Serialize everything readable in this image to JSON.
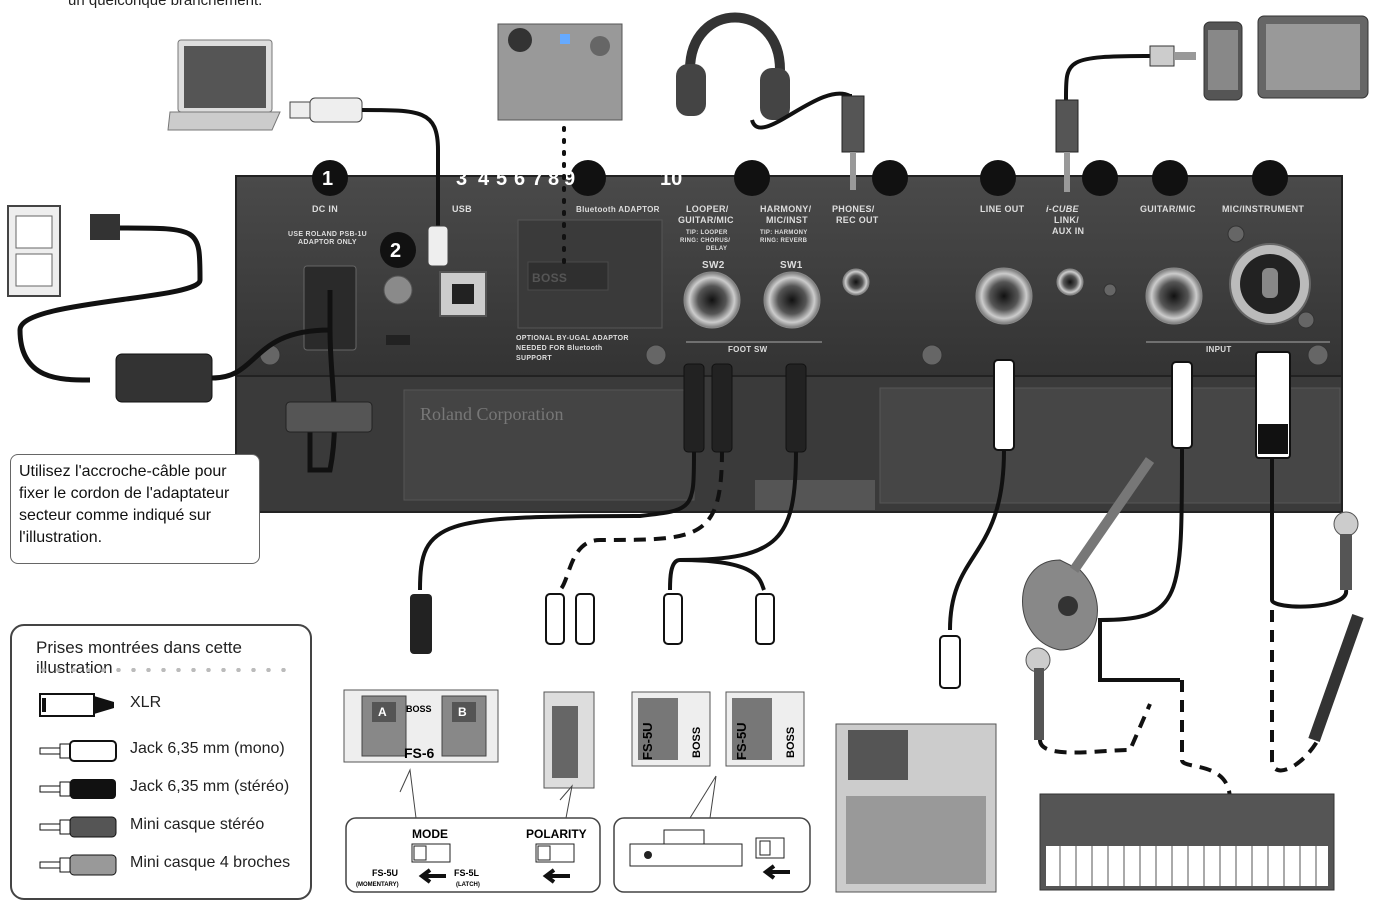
{
  "intro_text": "un quelconque branchement.",
  "callout": {
    "lines": [
      "Utilisez l'accroche-câble pour",
      "fixer le cordon de l'adaptateur",
      "secteur comme indiqué sur",
      "l'illustration."
    ]
  },
  "legend": {
    "title": "Prises montrées dans cette illustration",
    "items": [
      {
        "label": "XLR",
        "icon": "xlr-plug-icon"
      },
      {
        "label": "Jack 6,35 mm (mono)",
        "icon": "mono-jack-icon"
      },
      {
        "label": "Jack 6,35 mm (stéréo)",
        "icon": "stereo-jack-icon"
      },
      {
        "label": "Mini casque stéréo",
        "icon": "mini-stereo-jack-icon"
      },
      {
        "label": "Mini casque 4 broches",
        "icon": "mini-4pin-jack-icon"
      }
    ]
  },
  "numbers": {
    "n1": "1",
    "n2": "2",
    "n3": "3",
    "n4": "4",
    "n5": "5",
    "n6": "6",
    "n7": "7",
    "n8": "8",
    "n9": "9",
    "n10": "10"
  },
  "panel_labels": {
    "dc_in": "DC IN",
    "dc_in_note": "USE ROLAND PSB-1U",
    "dc_in_note2": "ADAPTOR ONLY",
    "usb": "USB",
    "bt": "Bluetooth ADAPTOR",
    "bt_note1": "OPTIONAL BY-UGAL ADAPTOR",
    "bt_note2": "NEEDED FOR Bluetooth",
    "bt_note3": "SUPPORT",
    "looper": "LOOPER/",
    "looper2": "GUITAR/MIC",
    "looper_tip": "TIP: LOOPER",
    "looper_ring": "RING: CHORUS/",
    "looper_ring2": "DELAY",
    "harmony": "HARMONY/",
    "harmony2": "MIC/INST",
    "harmony_tip": "TIP: HARMONY",
    "harmony_ring": "RING: REVERB",
    "sw2": "SW2",
    "sw1": "SW1",
    "foot_sw": "FOOT SW",
    "phones": "PHONES/",
    "phones2": "REC OUT",
    "line_out": "LINE OUT",
    "icube": "i-CUBE",
    "icube2": "LINK/",
    "icube3": "AUX IN",
    "guitar_mic": "GUITAR/MIC",
    "mic_inst": "MIC/INSTRUMENT",
    "input": "INPUT",
    "roland": "Roland Corporation",
    "boss": "BOSS"
  },
  "pedals": {
    "fs6_a": "A",
    "fs6_b": "B",
    "fs6_name": "FS-6",
    "fs5u": "FS-5U"
  },
  "switch_boxes": {
    "mode": "MODE",
    "polarity": "POLARITY",
    "fs5u_mode": "FS-5U",
    "fs5u_sub": "(MOMENTARY)",
    "fs5l_mode": "FS-5L",
    "fs5l_sub": "(LATCH)"
  },
  "colors": {
    "panel": "#3d3d3d",
    "panel_dark": "#2c2c2c",
    "cable": "#111111",
    "label": "#dddddd"
  }
}
